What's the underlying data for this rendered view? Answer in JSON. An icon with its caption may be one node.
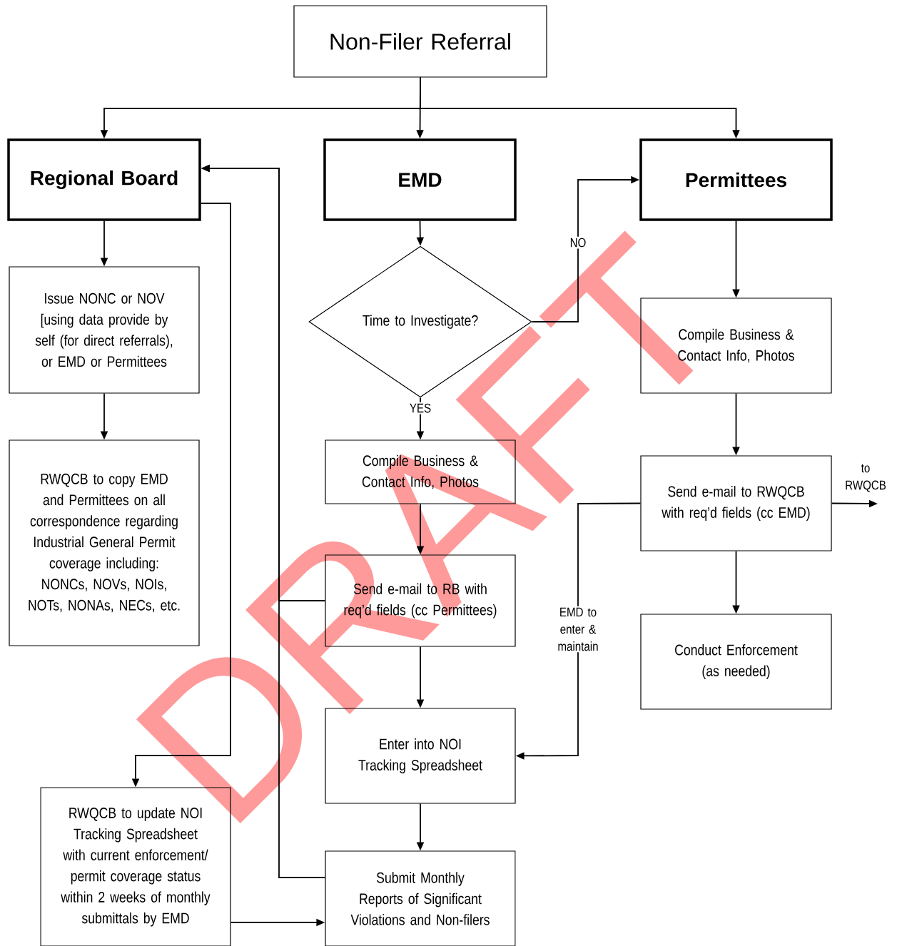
{
  "diagram": {
    "nodes": [
      {
        "text": [
          "Non-Filer Referral"
        ]
      },
      {
        "text": [
          "Regional Board"
        ]
      },
      {
        "text": [
          "EMD"
        ]
      },
      {
        "text": [
          "Permittees"
        ]
      },
      {
        "text": [
          "Issue NONC or NOV [using data provide by self (for direct referrals), or EMD or Permittees"
        ]
      },
      {
        "text": [
          "RWQCB to copy EMD and Permittees on all correspondence regarding Industrial General Permit coverage including: NONCs, NOVs, NOIs, NOTs, NONAs, NECs, etc."
        ]
      },
      {
        "text": [
          "Time to Investigate?"
        ]
      },
      {
        "text": [
          "Compile Business & Contact Info, Photos"
        ]
      },
      {
        "text": [
          "Send e-mail to RB with req’d fields (cc Permittees)"
        ]
      },
      {
        "text": [
          "Enter into NOI Tracking Spreadsheet"
        ]
      },
      {
        "text": [
          "Submit Monthly Reports of Significant Violations and Non-filers"
        ]
      },
      {
        "text": [
          "RWQCB to update NOI Tracking Spreadsheet with current enforcement/ permit coverage status within 2 weeks of monthly submittals by EMD"
        ]
      },
      {
        "text": [
          "Compile Business & Contact Info, Photos"
        ]
      },
      {
        "text": [
          "Send e-mail to RWQCB with req’d fields (cc EMD)"
        ]
      },
      {
        "text": [
          "Conduct Enforcement (as needed)"
        ]
      }
    ],
    "edges": [
      {
        "from": 0,
        "to": 1,
        "arrow": "to"
      },
      {
        "from": 0,
        "to": 2,
        "arrow": "to"
      },
      {
        "from": 0,
        "to": 3,
        "arrow": "to"
      },
      {
        "from": 1,
        "to": 4,
        "arrow": "to"
      },
      {
        "from": 4,
        "to": 5,
        "arrow": "to"
      },
      {
        "from": 2,
        "to": 6,
        "arrow": "to"
      },
      {
        "from": 6,
        "to": 3,
        "arrow": "to",
        "label": "NO"
      },
      {
        "from": 6,
        "to": 7,
        "arrow": "to",
        "label": "YES"
      },
      {
        "from": 7,
        "to": 8,
        "arrow": "to"
      },
      {
        "from": 8,
        "to": 9,
        "arrow": "to"
      },
      {
        "from": 9,
        "to": 10,
        "arrow": "to"
      },
      {
        "from": 3,
        "to": 12,
        "arrow": "to"
      },
      {
        "from": 12,
        "to": 13,
        "arrow": "to"
      },
      {
        "from": 13,
        "to": 14,
        "arrow": "to"
      },
      {
        "from": 13,
        "to": null,
        "arrow": "to",
        "label": "to RWQCB"
      },
      {
        "from": 13,
        "to": 9,
        "arrow": "to",
        "label": "EMD to enter & maintain"
      },
      {
        "from": 8,
        "to": 1,
        "arrow": "to"
      },
      {
        "from": 10,
        "to": 1,
        "arrow": "to"
      },
      {
        "from": 1,
        "to": 11,
        "arrow": "to"
      },
      {
        "from": 11,
        "to": 10,
        "arrow": "to"
      }
    ],
    "labels": [
      "DRAFT"
    ]
  }
}
